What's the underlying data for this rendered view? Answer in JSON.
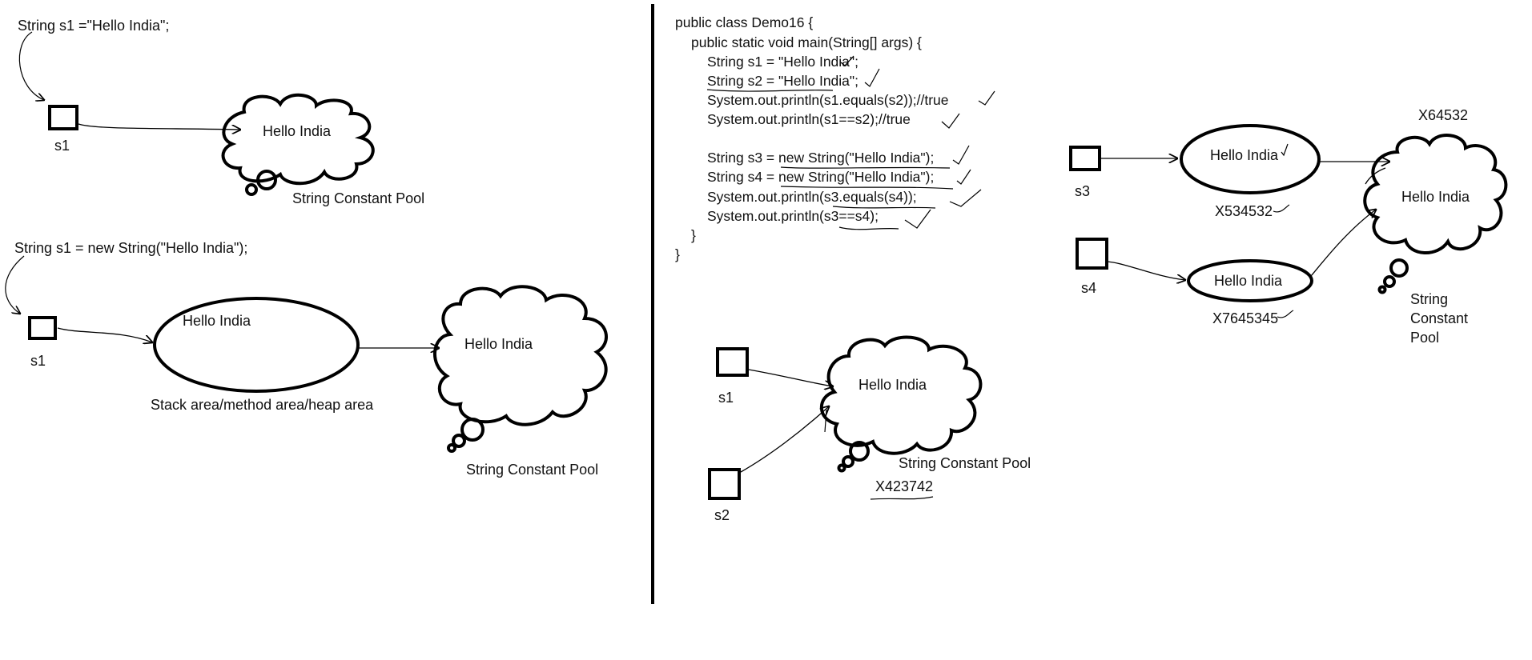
{
  "colors": {
    "ink": "#000000",
    "background": "#ffffff"
  },
  "left_top": {
    "statement": "String s1 =\"Hello India\";",
    "var_label": "s1",
    "cloud_text": "Hello India",
    "pool_label": "String Constant Pool"
  },
  "left_bottom": {
    "statement": "String s1 = new String(\"Hello India\");",
    "var_label": "s1",
    "oval_text": "Hello India",
    "area_label": "Stack area/method area/heap area",
    "cloud_text": "Hello India",
    "pool_label": "String Constant Pool"
  },
  "code": {
    "lines": [
      "public class Demo16 {",
      "public static void main(String[] args) {",
      "String s1 = \"Hello India\";",
      "String s2 = \"Hello India\";",
      "System.out.println(s1.equals(s2));//true",
      "System.out.println(s1==s2);//true",
      "String s3 = new String(\"Hello India\");",
      "String s4 = new String(\"Hello India\");",
      "System.out.println(s3.equals(s4));",
      "System.out.println(s3==s4);",
      "}",
      "}"
    ]
  },
  "mid_diagram": {
    "var1": "s1",
    "var2": "s2",
    "cloud_text": "Hello India",
    "pool_label": "String Constant Pool",
    "address": "X423742"
  },
  "right_diagram": {
    "var3": "s3",
    "var4": "s4",
    "oval1_text": "Hello India",
    "oval1_address": "X534532",
    "oval2_text": "Hello India",
    "oval2_address": "X7645345",
    "cloud_address": "X64532",
    "cloud_text": "Hello India",
    "pool_label_line1": "String",
    "pool_label_line2": "Constant",
    "pool_label_line3": "Pool"
  }
}
